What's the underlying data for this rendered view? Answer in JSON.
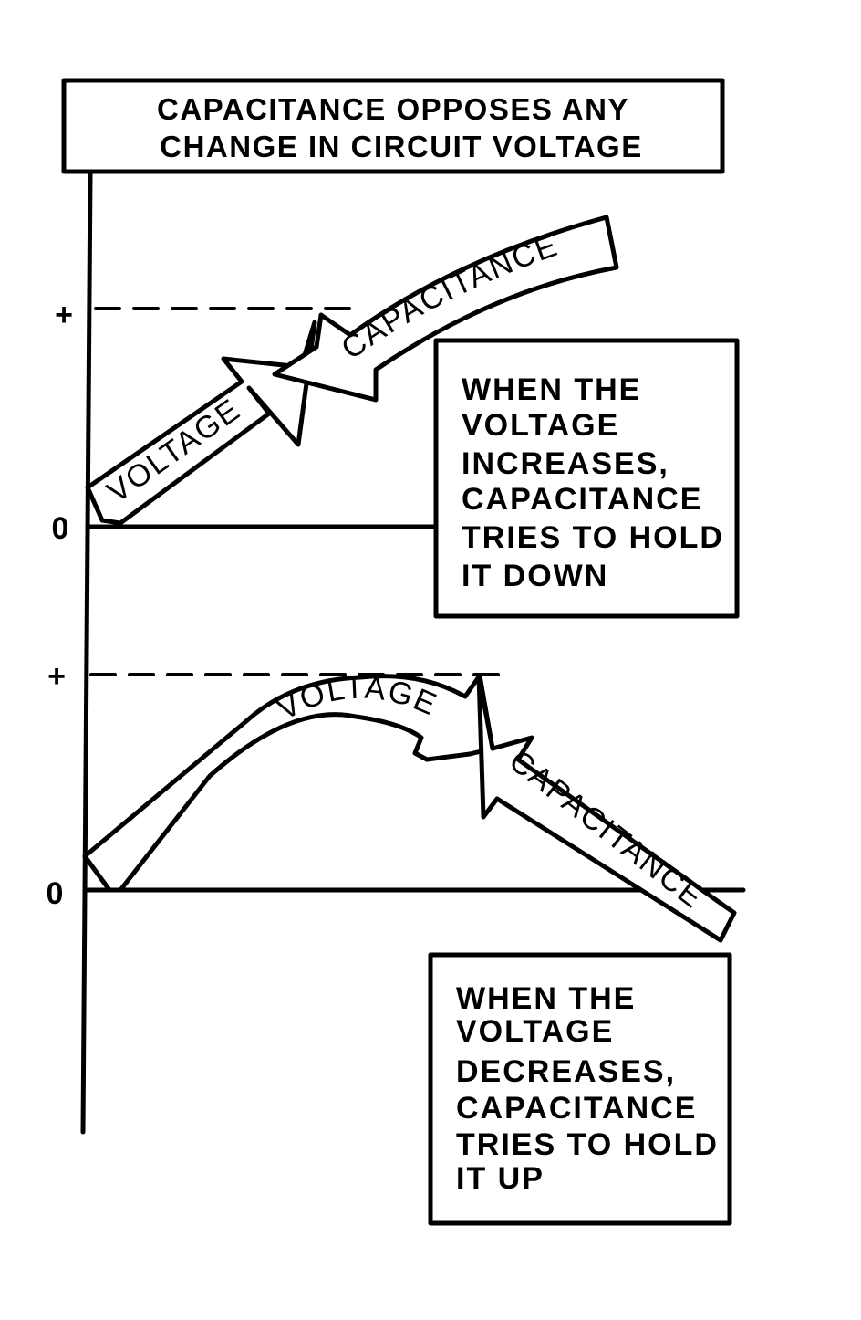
{
  "title": {
    "line1": "CAPACITANCE OPPOSES ANY",
    "line2": "CHANGE IN CIRCUIT VOLTAGE"
  },
  "axis_labels": {
    "plus": "+",
    "zero": "0"
  },
  "top_panel": {
    "voltage_arrow_label": "VOLTAGE",
    "capacitance_arrow_label": "CAPACITANCE",
    "caption_lines": [
      "WHEN THE",
      "VOLTAGE",
      "INCREASES,",
      "CAPACITANCE",
      "TRIES TO HOLD",
      "IT DOWN"
    ]
  },
  "bottom_panel": {
    "voltage_arrow_label": "VOLTAGE",
    "capacitance_arrow_label": "CAPACITANCE",
    "caption_lines": [
      "WHEN THE",
      "VOLTAGE",
      "DECREASES,",
      "CAPACITANCE",
      "TRIES TO HOLD",
      "IT UP"
    ]
  },
  "colors": {
    "ink": "#000000",
    "paper": "#ffffff"
  }
}
